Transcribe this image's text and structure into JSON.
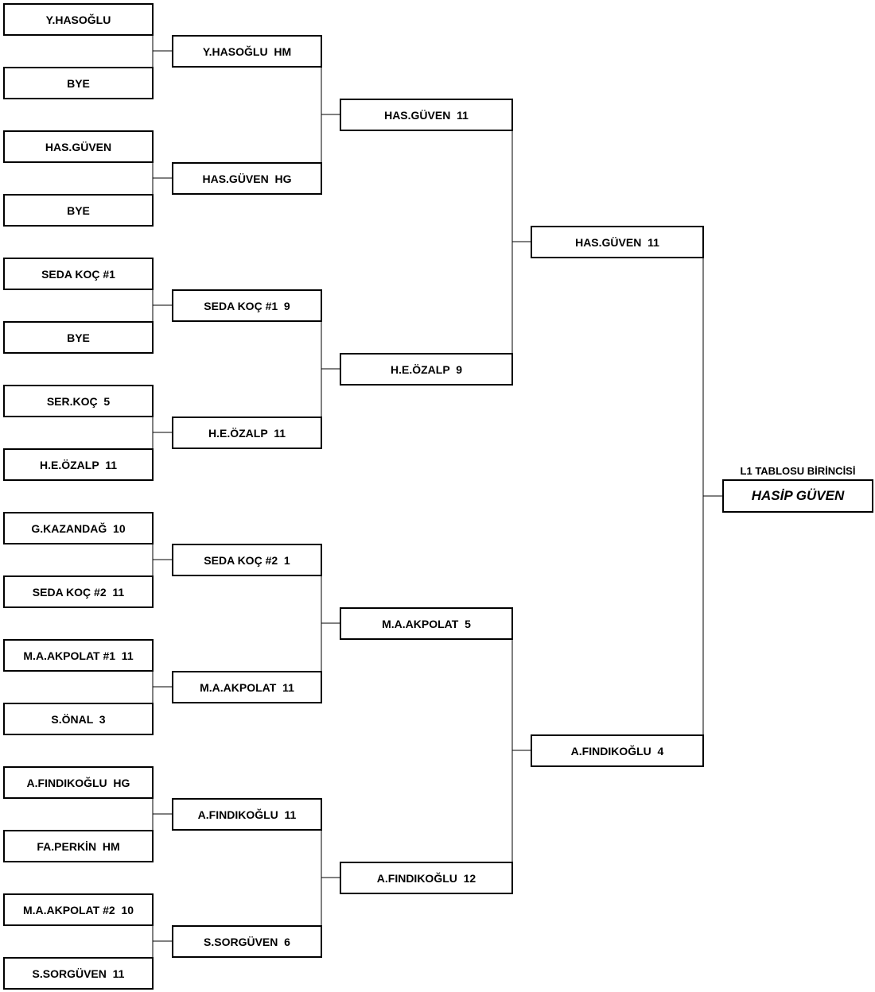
{
  "round1": [
    "Y.HASOĞLU",
    "BYE",
    "HAS.GÜVEN",
    "BYE",
    "SEDA KOÇ #1",
    "BYE",
    "SER.KOÇ  5",
    "H.E.ÖZALP  11",
    "G.KAZANDAĞ  10",
    "SEDA KOÇ #2  11",
    "M.A.AKPOLAT #1  11",
    "S.ÖNAL  3",
    "A.FINDIKOĞLU  HG",
    "FA.PERKİN  HM",
    "M.A.AKPOLAT #2  10",
    "S.SORGÜVEN  11"
  ],
  "round2": [
    "Y.HASOĞLU  HM",
    "HAS.GÜVEN  HG",
    "SEDA KOÇ #1  9",
    "H.E.ÖZALP  11",
    "SEDA KOÇ #2  1",
    "M.A.AKPOLAT  11",
    "A.FINDIKOĞLU  11",
    "S.SORGÜVEN  6"
  ],
  "round3": [
    "HAS.GÜVEN  11",
    "H.E.ÖZALP  9",
    "M.A.AKPOLAT  5",
    "A.FINDIKOĞLU  12"
  ],
  "round4": [
    "HAS.GÜVEN  11",
    "A.FINDIKOĞLU  4"
  ],
  "winner": {
    "title": "L1 TABLOSU BİRİNCİSİ",
    "name": "HASİP GÜVEN"
  }
}
